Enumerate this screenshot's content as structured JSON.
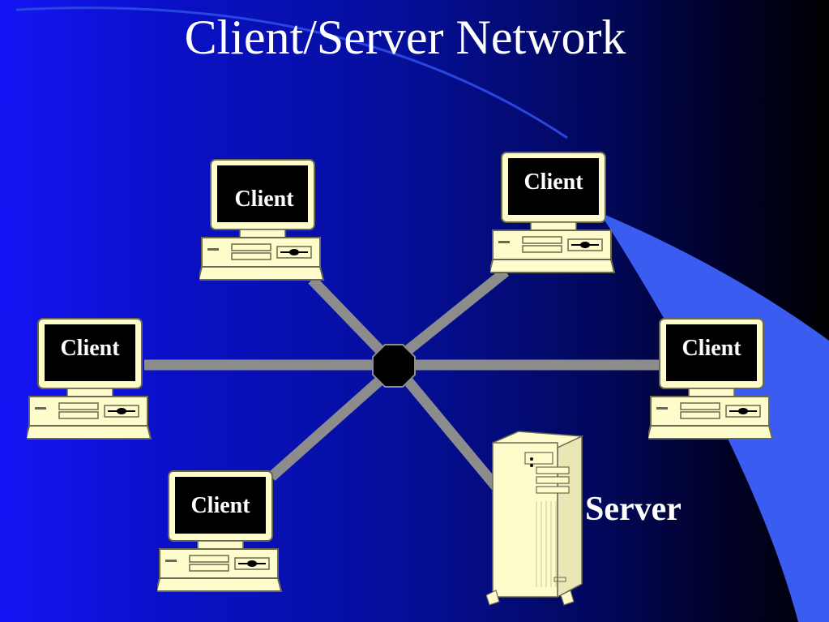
{
  "slide": {
    "title": "Client/Server Network",
    "server_label": "Server"
  },
  "clients": [
    {
      "label": "Client"
    },
    {
      "label": "Client"
    },
    {
      "label": "Client"
    },
    {
      "label": "Client"
    },
    {
      "label": "Client"
    }
  ],
  "colors": {
    "background_left": "#1515f5",
    "background_right": "#000000",
    "accent_swoosh": "#3a5cf0",
    "link": "#8c8c8c",
    "hub": "#000000",
    "computer_body": "#fffccc",
    "screen": "#000000"
  }
}
